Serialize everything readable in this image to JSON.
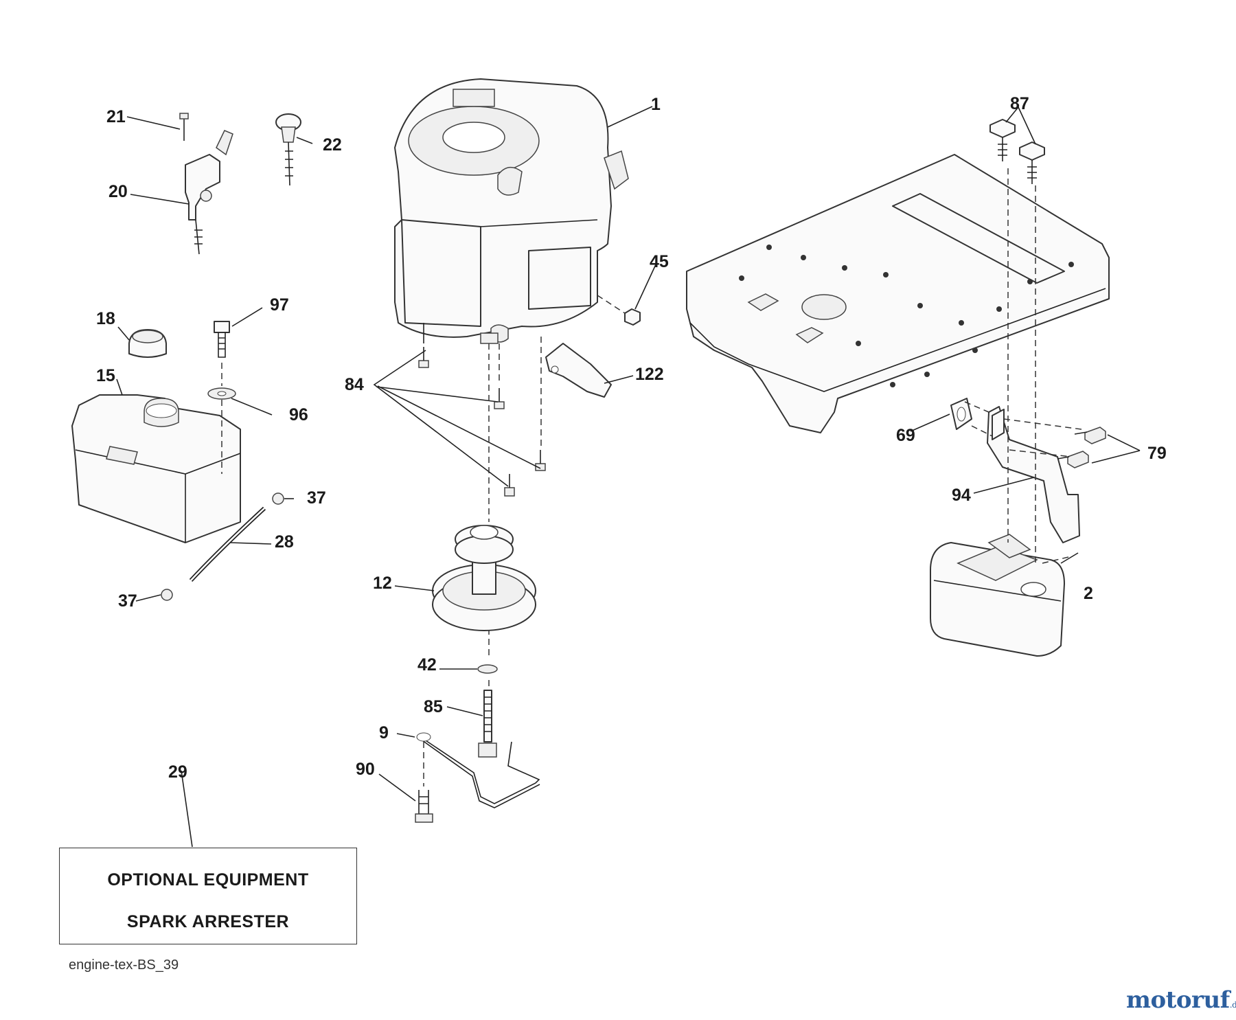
{
  "diagram": {
    "callouts": [
      "1",
      "2",
      "9",
      "12",
      "15",
      "18",
      "20",
      "21",
      "22",
      "28",
      "29",
      "37",
      "37",
      "42",
      "45",
      "69",
      "79",
      "84",
      "85",
      "87",
      "90",
      "94",
      "96",
      "97",
      "122"
    ],
    "note_box": {
      "line1": "OPTIONAL EQUIPMENT",
      "line2": "SPARK ARRESTER"
    },
    "reference_code": "engine-tex-BS_39"
  },
  "watermark": {
    "brand_main": "motoruf",
    "brand_suffix": ".de",
    "colors": {
      "blue": "#2d5f9e",
      "red": "#c0392b"
    }
  }
}
